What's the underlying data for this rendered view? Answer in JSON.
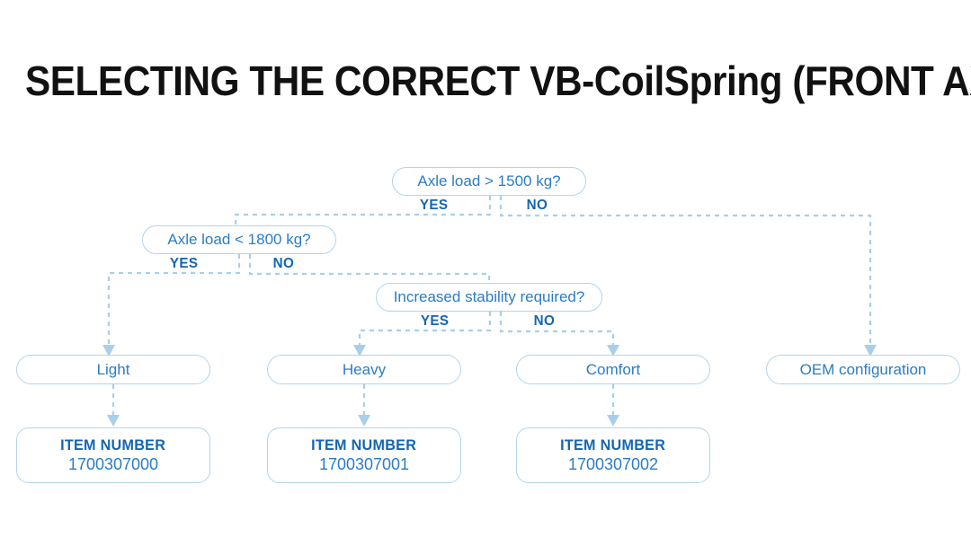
{
  "title": "SELECTING THE CORRECT VB-CoilSpring (FRONT AXLE)",
  "labels": {
    "yes": "YES",
    "no": "NO"
  },
  "decisions": [
    {
      "id": "axle-load-1500",
      "text": "Axle load > 1500 kg?"
    },
    {
      "id": "axle-load-1800",
      "text": "Axle load < 1800 kg?"
    },
    {
      "id": "increased-stability",
      "text": "Increased stability required?"
    }
  ],
  "results": [
    {
      "id": "light",
      "text": "Light"
    },
    {
      "id": "heavy",
      "text": "Heavy"
    },
    {
      "id": "comfort",
      "text": "Comfort"
    },
    {
      "id": "oem",
      "text": "OEM configuration"
    }
  ],
  "items": [
    {
      "id": "item-light",
      "label": "ITEM NUMBER",
      "value": "1700307000"
    },
    {
      "id": "item-heavy",
      "label": "ITEM NUMBER",
      "value": "1700307001"
    },
    {
      "id": "item-comfort",
      "label": "ITEM NUMBER",
      "value": "1700307002"
    }
  ],
  "colors": {
    "title_text": "#111111",
    "node_text": "#2b7cc4",
    "node_border": "#b3d4ea",
    "branch_label": "#1565b0",
    "connector": "#a9cfe8",
    "background": "#ffffff"
  }
}
